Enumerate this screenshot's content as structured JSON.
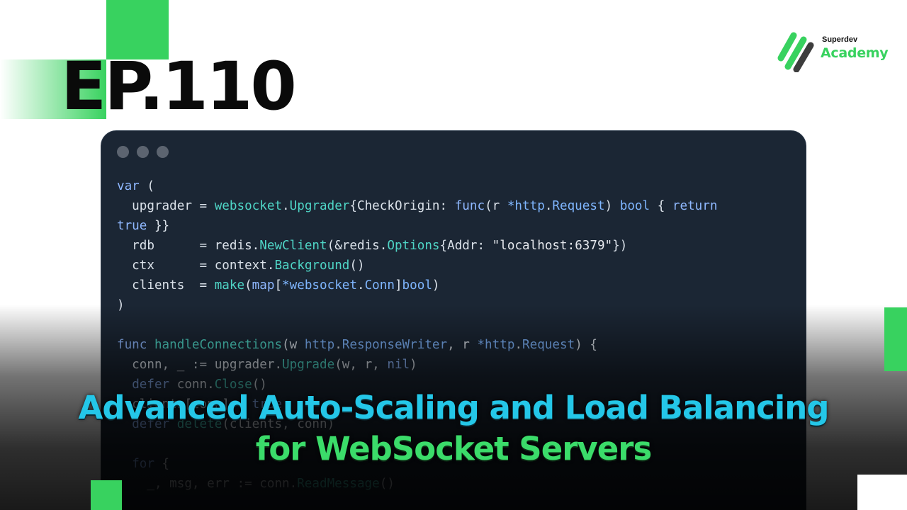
{
  "episode": "EP.110",
  "brand": {
    "small": "Superdev",
    "big": "Academy"
  },
  "colors": {
    "accent_green": "#38d25f",
    "accent_cyan": "#24c7e8",
    "code_bg": "#1b2634"
  },
  "code_window": {
    "lines": [
      [
        {
          "t": "var",
          "c": "k"
        },
        {
          "t": " (",
          "c": ""
        }
      ],
      [
        {
          "t": "  upgrader = ",
          "c": ""
        },
        {
          "t": "websocket",
          "c": "f"
        },
        {
          "t": ".",
          "c": ""
        },
        {
          "t": "Upgrader",
          "c": "f"
        },
        {
          "t": "{CheckOrigin: ",
          "c": ""
        },
        {
          "t": "func",
          "c": "k"
        },
        {
          "t": "(r ",
          "c": ""
        },
        {
          "t": "*http",
          "c": "t"
        },
        {
          "t": ".",
          "c": ""
        },
        {
          "t": "Request",
          "c": "t"
        },
        {
          "t": ") ",
          "c": ""
        },
        {
          "t": "bool",
          "c": "t"
        },
        {
          "t": " { ",
          "c": ""
        },
        {
          "t": "return",
          "c": "k"
        }
      ],
      [
        {
          "t": "true",
          "c": "k"
        },
        {
          "t": " }}",
          "c": ""
        }
      ],
      [
        {
          "t": "  rdb      = redis.",
          "c": ""
        },
        {
          "t": "NewClient",
          "c": "f"
        },
        {
          "t": "(&redis.",
          "c": ""
        },
        {
          "t": "Options",
          "c": "f"
        },
        {
          "t": "{Addr: ",
          "c": ""
        },
        {
          "t": "\"localhost:6379\"",
          "c": "s"
        },
        {
          "t": "})",
          "c": ""
        }
      ],
      [
        {
          "t": "  ctx      = context.",
          "c": ""
        },
        {
          "t": "Background",
          "c": "f"
        },
        {
          "t": "()",
          "c": ""
        }
      ],
      [
        {
          "t": "  clients  = ",
          "c": ""
        },
        {
          "t": "make",
          "c": "f"
        },
        {
          "t": "(",
          "c": ""
        },
        {
          "t": "map",
          "c": "k"
        },
        {
          "t": "[",
          "c": ""
        },
        {
          "t": "*websocket",
          "c": "t"
        },
        {
          "t": ".",
          "c": ""
        },
        {
          "t": "Conn",
          "c": "t"
        },
        {
          "t": "]",
          "c": ""
        },
        {
          "t": "bool",
          "c": "t"
        },
        {
          "t": ")",
          "c": ""
        }
      ],
      [
        {
          "t": ")",
          "c": ""
        }
      ],
      [
        {
          "t": "",
          "c": ""
        }
      ],
      [
        {
          "t": "func",
          "c": "k"
        },
        {
          "t": " ",
          "c": ""
        },
        {
          "t": "handleConnections",
          "c": "f"
        },
        {
          "t": "(w ",
          "c": ""
        },
        {
          "t": "http",
          "c": "t"
        },
        {
          "t": ".",
          "c": ""
        },
        {
          "t": "ResponseWriter",
          "c": "t"
        },
        {
          "t": ", r ",
          "c": ""
        },
        {
          "t": "*http",
          "c": "t"
        },
        {
          "t": ".",
          "c": ""
        },
        {
          "t": "Request",
          "c": "t"
        },
        {
          "t": ") {",
          "c": ""
        }
      ],
      [
        {
          "t": "  conn, _ := upgrader.",
          "c": ""
        },
        {
          "t": "Upgrade",
          "c": "f"
        },
        {
          "t": "(w, r, ",
          "c": ""
        },
        {
          "t": "nil",
          "c": "k"
        },
        {
          "t": ")",
          "c": ""
        }
      ],
      [
        {
          "t": "  ",
          "c": ""
        },
        {
          "t": "defer",
          "c": "k"
        },
        {
          "t": " conn.",
          "c": ""
        },
        {
          "t": "Close",
          "c": "f"
        },
        {
          "t": "()",
          "c": ""
        }
      ],
      [
        {
          "t": "  clients[conn] = ",
          "c": ""
        },
        {
          "t": "true",
          "c": "k"
        }
      ],
      [
        {
          "t": "  ",
          "c": ""
        },
        {
          "t": "defer",
          "c": "k"
        },
        {
          "t": " ",
          "c": ""
        },
        {
          "t": "delete",
          "c": "f"
        },
        {
          "t": "(clients, conn)",
          "c": ""
        }
      ],
      [
        {
          "t": "",
          "c": ""
        }
      ],
      [
        {
          "t": "  ",
          "c": ""
        },
        {
          "t": "for",
          "c": "k"
        },
        {
          "t": " {",
          "c": ""
        }
      ],
      [
        {
          "t": "    _, msg, err := conn.",
          "c": ""
        },
        {
          "t": "ReadMessage",
          "c": "f"
        },
        {
          "t": "()",
          "c": ""
        }
      ]
    ]
  },
  "headline": {
    "line1": "Advanced Auto-Scaling and Load Balancing",
    "line2": "for WebSocket Servers"
  }
}
